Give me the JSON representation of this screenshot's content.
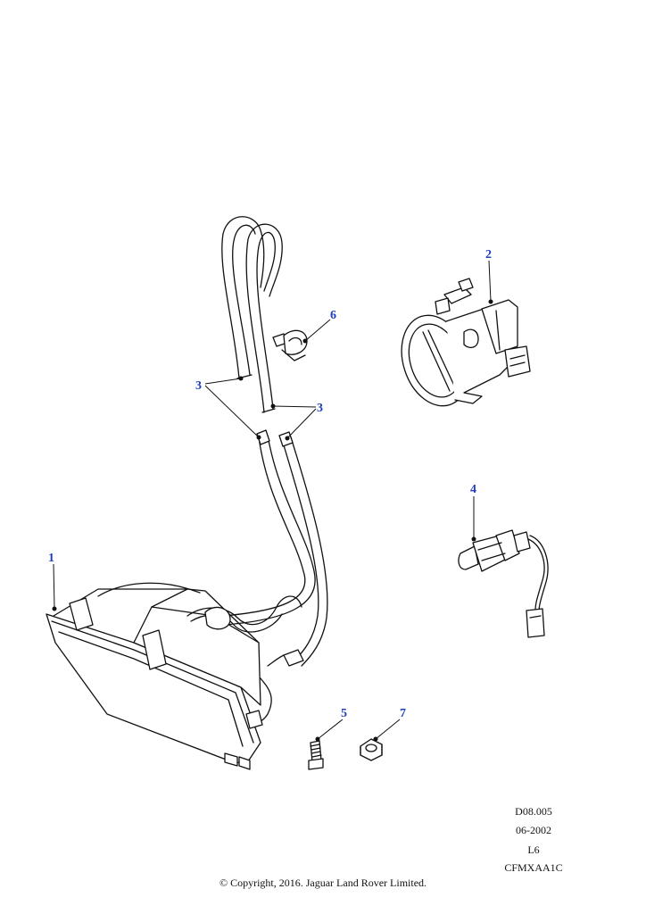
{
  "callouts": {
    "c1": "1",
    "c2": "2",
    "c3a": "3",
    "c3b": "3",
    "c4": "4",
    "c5": "5",
    "c6": "6",
    "c7": "7"
  },
  "meta": {
    "ref": "D08.005",
    "date": "06-2002",
    "model": "L6",
    "code": "CFMXAA1C"
  },
  "copyright": "© Copyright, 2016. Jaguar Land Rover Limited.",
  "colors": {
    "callout": "#1f3fbf",
    "line": "#111111",
    "background": "#ffffff"
  }
}
